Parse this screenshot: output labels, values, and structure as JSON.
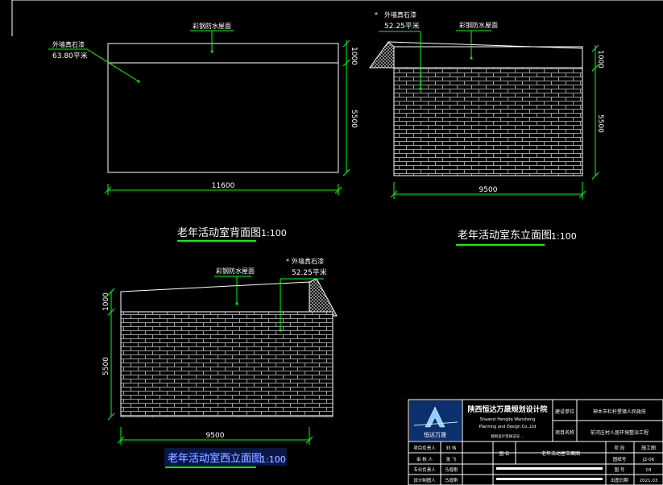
{
  "drawings": {
    "back": {
      "title": "老年活动室背面图",
      "scale": "1:100",
      "roof_note": "彩钢防水屋面",
      "wall_note_line1": "外墙真石漆",
      "wall_note_line2": "63.80平米",
      "dim_width": "11600",
      "dim_roof": "1000",
      "dim_wall": "5500"
    },
    "east": {
      "title": "老年活动室东立面图",
      "scale": "1:100",
      "roof_note": "彩钢防水屋面",
      "wall_note_line1": "外墙真石漆",
      "wall_note_line2": "52.25平米",
      "dim_width": "9500",
      "dim_roof": "1000",
      "dim_wall": "5500"
    },
    "west": {
      "title": "老年活动室西立面图",
      "scale": "1:100",
      "roof_note": "彩钢防水屋面",
      "wall_note_line1": "外墙真石漆",
      "wall_note_line2": "52.25平米",
      "dim_width": "9500",
      "dim_roof": "1000",
      "dim_wall": "5500"
    }
  },
  "title_block": {
    "logo_text": "恒达万晟",
    "company_cn": "陕西恒达万晟规划设计院",
    "company_en_line1": "Shaanxi Hengda Wansheng",
    "company_en_line2": "Planning and Design Co.,Ltd",
    "cert": "规划设计资质证号 ...",
    "label_construction_unit": "建设单位",
    "construction_unit": "神木市栏杆堡镇人民政府",
    "label_project_name": "项目名称",
    "project_name": "前河庄村人居环境整治工程",
    "rows": [
      {
        "label": "项目负责人",
        "name": "刘 伟"
      },
      {
        "label": "审 核 人",
        "name": "张 飞"
      },
      {
        "label": "专业负责人",
        "name": "马增刚"
      },
      {
        "label": "设计制图人",
        "name": "马增刚"
      }
    ],
    "label_drawing_title": "图 名",
    "drawing_title": "老年活动室立面图",
    "label_stage": "阶 段",
    "stage": "施工图",
    "label_drawing_no": "图纸号",
    "drawing_no": "JZ-06",
    "label_sheet": "图 号",
    "sheet": "03",
    "label_date": "出图日期",
    "date": "2021.03"
  }
}
